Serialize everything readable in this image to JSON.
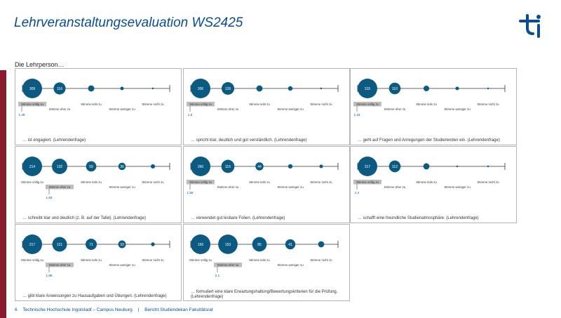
{
  "header": {
    "title": "Lehrveranstaltungsevaluation WS2425"
  },
  "section_label": "Die Lehrperson…",
  "colors": {
    "bubble": "#0b5a82",
    "title": "#0a4d92",
    "sidebar": "#8b1a2e",
    "highlight": "#bdbdbd"
  },
  "scale_labels": [
    "Stimme völlig zu",
    "Stimme eher zu",
    "Stimme teils zu",
    "Stimme weniger zu",
    "Stimme nicht zu"
  ],
  "panels": [
    {
      "counts": [
        "309",
        "116",
        "31",
        "7",
        ""
      ],
      "highlight": 0,
      "mean": "1,45",
      "caption": "… ist engagiert. (Lehrendenfrage)"
    },
    {
      "counts": [
        "306",
        "126",
        "30",
        "16",
        ""
      ],
      "highlight": 0,
      "mean": "1,5",
      "caption": "… spricht klar, deutlich und gut verständlich. (Lehrendenfrage)"
    },
    {
      "counts": [
        "315",
        "110",
        "26",
        "8",
        ""
      ],
      "highlight": 0,
      "mean": "1,44",
      "caption": "… geht auf Fragen und Anregungen der Studierenden ein. (Lehrendenfrage)"
    },
    {
      "counts": [
        "214",
        "132",
        "59",
        "30",
        "10"
      ],
      "highlight": 1,
      "mean": "1,83",
      "caption": "… schreibt klar und deutlich (z. B. auf der Tafel). (Lehrendenfrage)"
    },
    {
      "counts": [
        "260",
        "116",
        "44",
        "13",
        "6"
      ],
      "highlight": 0,
      "mean": "1,56",
      "caption": "… verwendet gut lesbare Folien. (Lehrendenfrage)"
    },
    {
      "counts": [
        "317",
        "112",
        "32",
        "",
        ""
      ],
      "highlight": 0,
      "mean": "1,4",
      "caption": "… schafft eine freundliche Studienatmosphäre. (Lehrendenfrage)"
    },
    {
      "counts": [
        "217",
        "121",
        "71",
        "33",
        "8"
      ],
      "highlight": 1,
      "mean": "1,88",
      "caption": "… gibt klare Anweisungen zu Hausaufgaben und Übungen. (Lehrendenfrage)"
    },
    {
      "counts": [
        "156",
        "153",
        "85",
        "41",
        "15"
      ],
      "highlight": 1,
      "mean": "2,1",
      "caption": "… formuliert eine klare Erwartungshaltung/Bewertungskriterien für die Prüfung. (Lehrendenfrage)"
    }
  ],
  "footer": {
    "page": "6",
    "institution": "Technische Hochschule Ingolstadt – Campus Neuburg",
    "separator": "|",
    "report": "Bericht Studiendekan Fakultätsrat"
  }
}
